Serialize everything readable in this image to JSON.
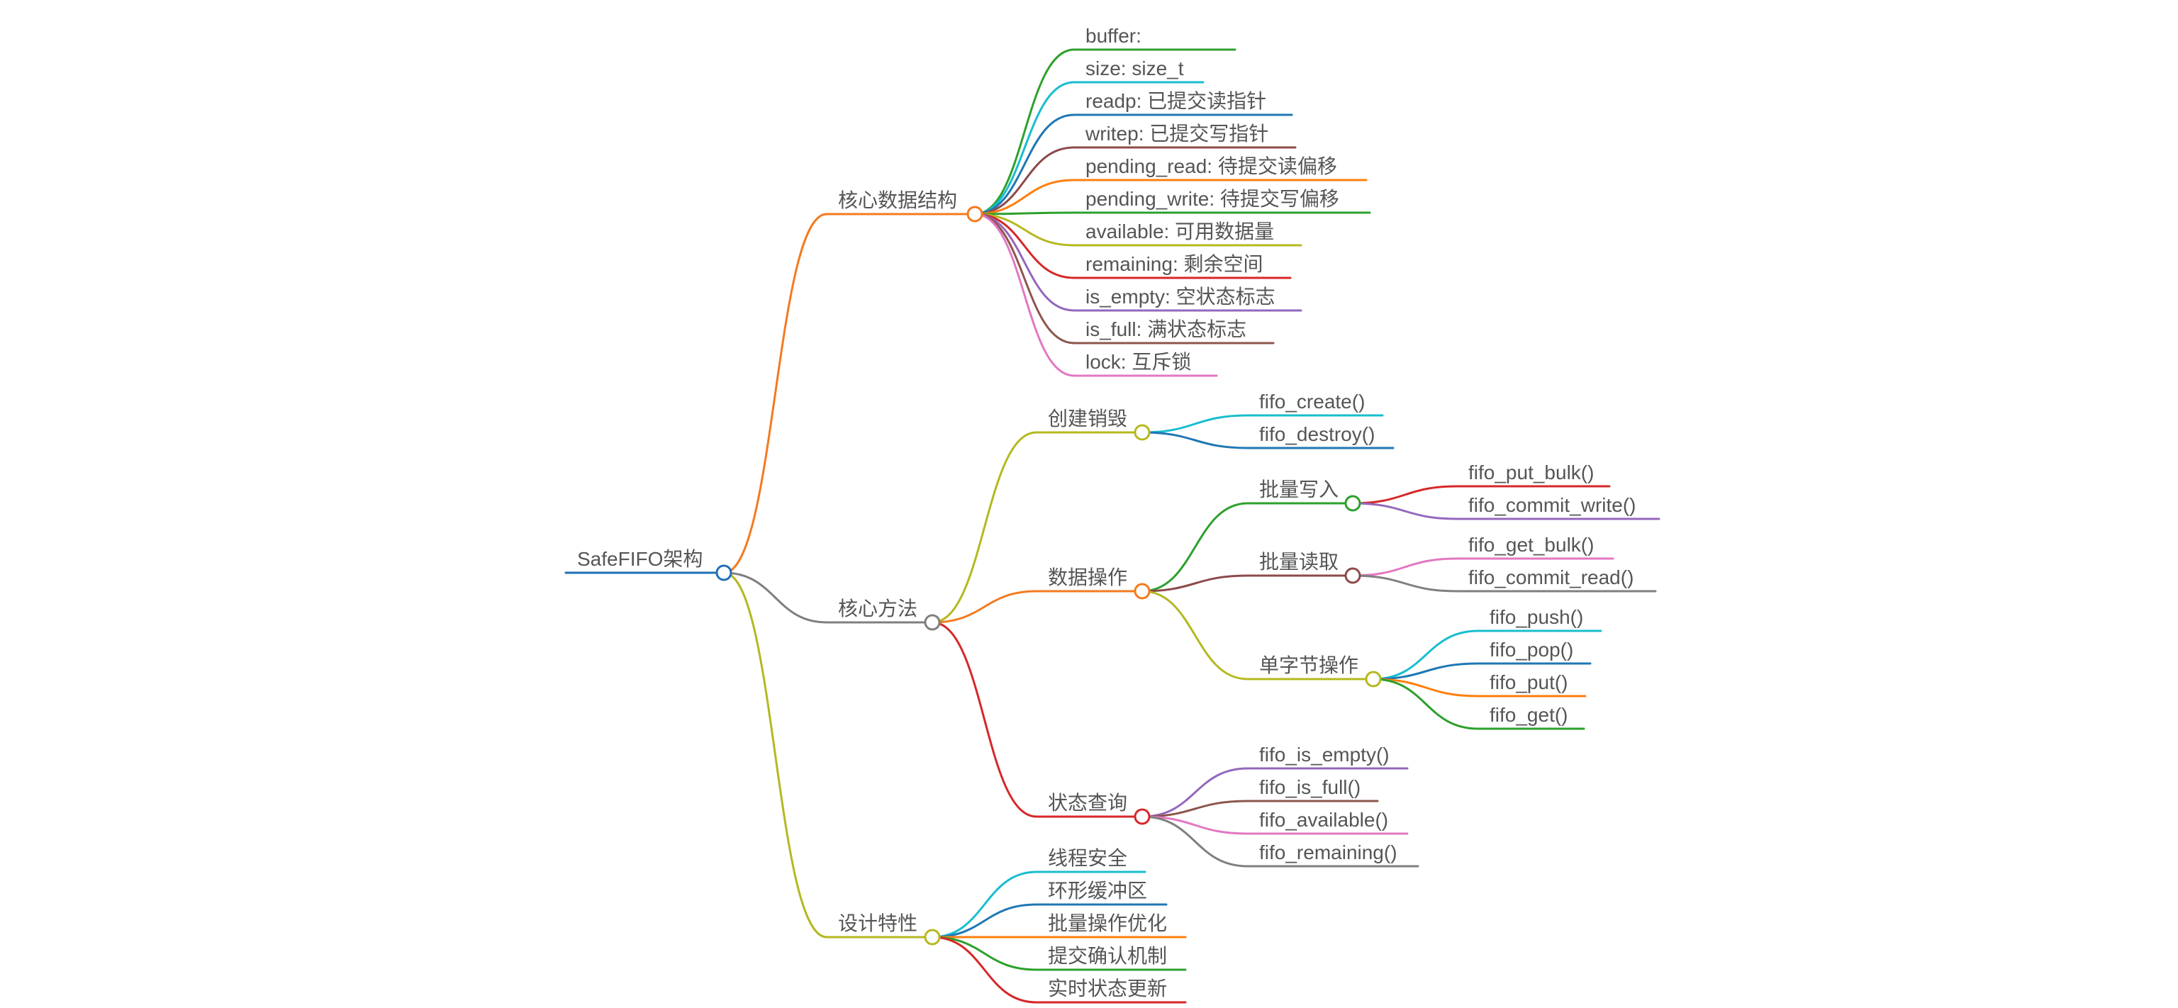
{
  "root": {
    "label": "SafeFIFO架构",
    "color": "#1f6fb5",
    "children": [
      {
        "label": "核心数据结构",
        "color": "#f47a1f",
        "children": [
          {
            "label": "buffer:",
            "color": "#2ca02c"
          },
          {
            "label": "size: size_t",
            "color": "#17becf"
          },
          {
            "label": "readp: 已提交读指针",
            "color": "#1f77b4"
          },
          {
            "label": "writep: 已提交写指针",
            "color": "#8c4a4a"
          },
          {
            "label": "pending_read: 待提交读偏移",
            "color": "#ff7f0e"
          },
          {
            "label": "pending_write: 待提交写偏移",
            "color": "#2ca02c"
          },
          {
            "label": "available: 可用数据量",
            "color": "#b5b81f"
          },
          {
            "label": "remaining: 剩余空间",
            "color": "#d62728"
          },
          {
            "label": "is_empty: 空状态标志",
            "color": "#9467bd"
          },
          {
            "label": "is_full: 满状态标志",
            "color": "#8c564b"
          },
          {
            "label": "lock: 互斥锁",
            "color": "#e377c2"
          }
        ]
      },
      {
        "label": "核心方法",
        "color": "#7f7f7f",
        "children": [
          {
            "label": "创建销毁",
            "color": "#b5b81f",
            "children": [
              {
                "label": "fifo_create()",
                "color": "#17becf"
              },
              {
                "label": "fifo_destroy()",
                "color": "#1f77b4"
              }
            ]
          },
          {
            "label": "数据操作",
            "color": "#f47a1f",
            "children": [
              {
                "label": "批量写入",
                "color": "#2ca02c",
                "children": [
                  {
                    "label": "fifo_put_bulk()",
                    "color": "#d62728"
                  },
                  {
                    "label": "fifo_commit_write()",
                    "color": "#9467bd"
                  }
                ]
              },
              {
                "label": "批量读取",
                "color": "#8c4a4a",
                "children": [
                  {
                    "label": "fifo_get_bulk()",
                    "color": "#e377c2"
                  },
                  {
                    "label": "fifo_commit_read()",
                    "color": "#7f7f7f"
                  }
                ]
              },
              {
                "label": "单字节操作",
                "color": "#b5b81f",
                "children": [
                  {
                    "label": "fifo_push()",
                    "color": "#17becf"
                  },
                  {
                    "label": "fifo_pop()",
                    "color": "#1f77b4"
                  },
                  {
                    "label": "fifo_put()",
                    "color": "#ff7f0e"
                  },
                  {
                    "label": "fifo_get()",
                    "color": "#2ca02c"
                  }
                ]
              }
            ]
          },
          {
            "label": "状态查询",
            "color": "#d62728",
            "children": [
              {
                "label": "fifo_is_empty()",
                "color": "#9467bd"
              },
              {
                "label": "fifo_is_full()",
                "color": "#8c564b"
              },
              {
                "label": "fifo_available()",
                "color": "#e377c2"
              },
              {
                "label": "fifo_remaining()",
                "color": "#7f7f7f"
              }
            ]
          }
        ]
      },
      {
        "label": "设计特性",
        "color": "#b5b81f",
        "children": [
          {
            "label": "线程安全",
            "color": "#17becf"
          },
          {
            "label": "环形缓冲区",
            "color": "#1f77b4"
          },
          {
            "label": "批量操作优化",
            "color": "#ff7f0e"
          },
          {
            "label": "提交确认机制",
            "color": "#2ca02c"
          },
          {
            "label": "实时状态更新",
            "color": "#d62728"
          }
        ]
      }
    ]
  }
}
